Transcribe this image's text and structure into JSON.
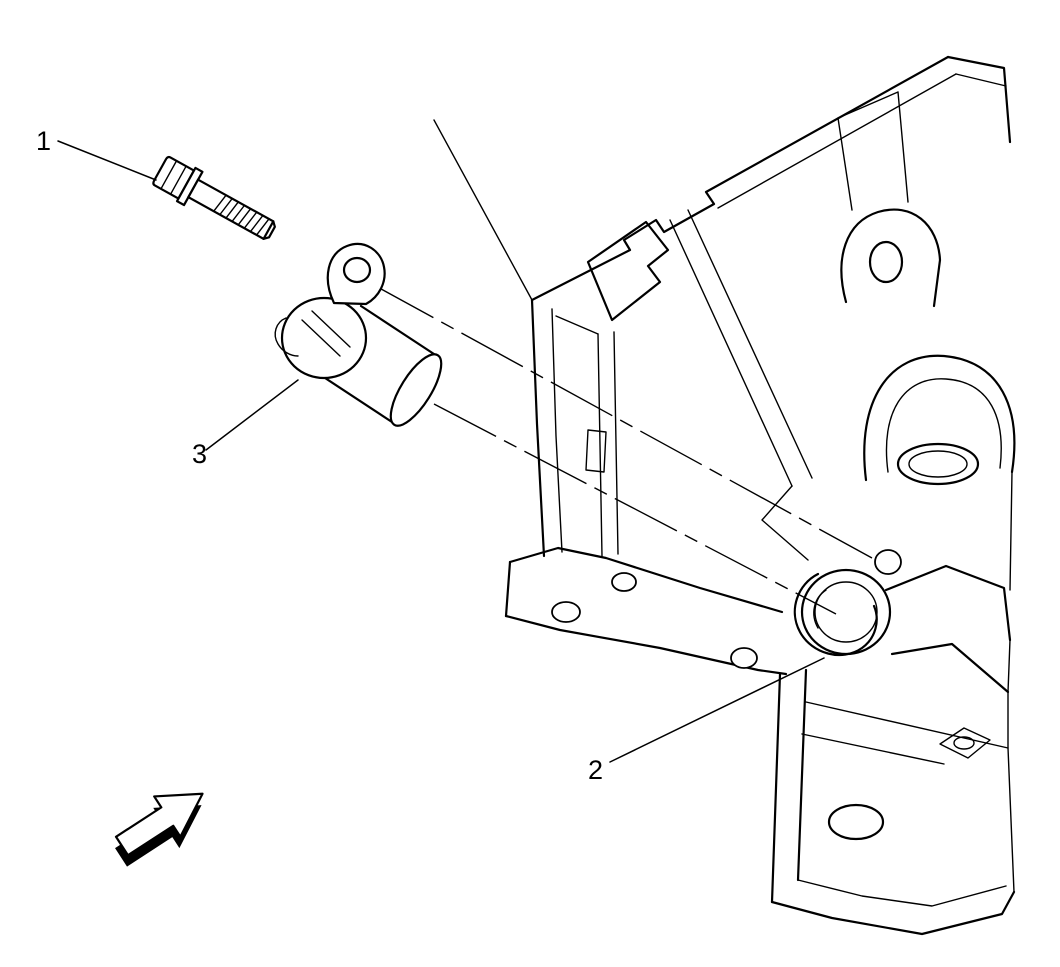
{
  "figure": {
    "background_color": "#ffffff",
    "line_color": "#000000"
  },
  "callouts": [
    {
      "label": "1",
      "points_to": "sensor-mounting-bolt"
    },
    {
      "label": "2",
      "points_to": "sensor-bore-with-seal"
    },
    {
      "label": "3",
      "points_to": "crankshaft-position-sensor"
    }
  ],
  "icons": [
    {
      "name": "direction-arrow-icon"
    }
  ]
}
